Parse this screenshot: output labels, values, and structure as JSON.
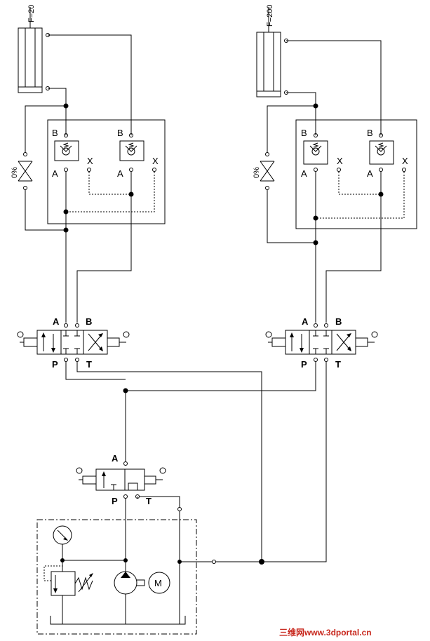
{
  "cylinders": {
    "left": {
      "force_label": "F=20"
    },
    "right": {
      "force_label": "F=200"
    }
  },
  "throttles": {
    "left": {
      "opening": "0%"
    },
    "right": {
      "opening": "0%"
    }
  },
  "check_valves": {
    "port_b": "B",
    "port_a": "A",
    "port_x": "X"
  },
  "directional_valves": {
    "port_a": "A",
    "port_b": "B",
    "port_p": "P",
    "port_t": "T"
  },
  "supply_valve": {
    "port_a": "A",
    "port_p": "P",
    "port_t": "T"
  },
  "power_unit": {
    "motor_label": "M"
  },
  "watermark": "三维网www.3dportal.cn"
}
